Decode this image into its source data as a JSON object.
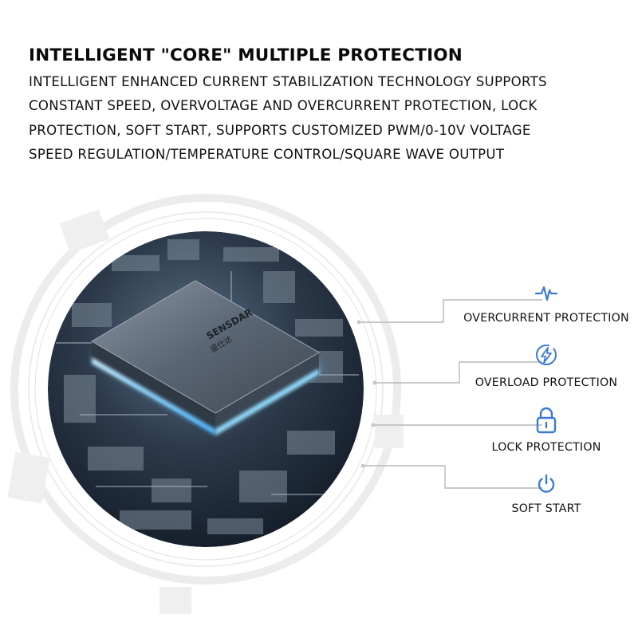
{
  "header": {
    "title": "INTELLIGENT \"CORE\" MULTIPLE PROTECTION",
    "description_lines": [
      "INTELLIGENT ENHANCED CURRENT STABILIZATION TECHNOLOGY SUPPORTS",
      "CONSTANT SPEED, OVERVOLTAGE AND OVERCURRENT PROTECTION, LOCK",
      "PROTECTION, SOFT START, SUPPORTS CUSTOMIZED PWM/0-10V VOLTAGE",
      "SPEED REGULATION/TEMPERATURE CONTROL/SQUARE WAVE OUTPUT"
    ]
  },
  "chip": {
    "brand": "SENSDAR",
    "brand_cn": "盛仕达",
    "accent_color": "#7fd4ff"
  },
  "features": [
    {
      "label": "OVERCURRENT PROTECTION",
      "icon": "pulse-icon"
    },
    {
      "label": "OVERLOAD PROTECTION",
      "icon": "lightning-icon"
    },
    {
      "label": "LOCK PROTECTION",
      "icon": "lock-icon"
    },
    {
      "label": "SOFT START",
      "icon": "power-icon"
    }
  ],
  "colors": {
    "icon_blue": "#3a7bd5",
    "connector_gray": "#9a9a9a"
  }
}
